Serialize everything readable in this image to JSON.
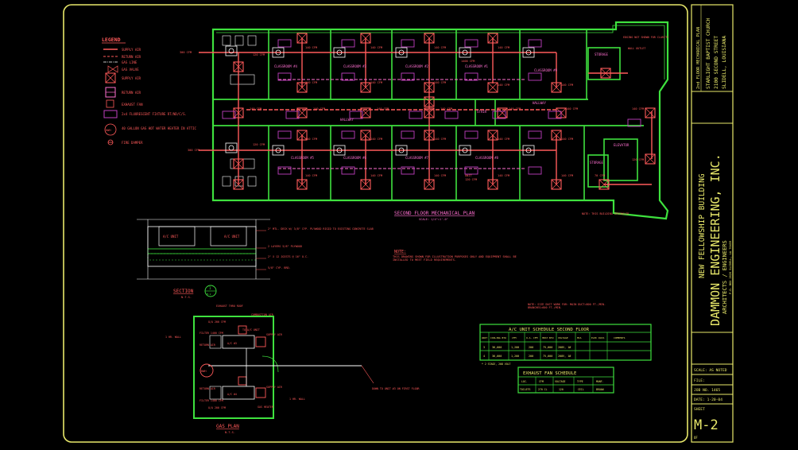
{
  "colors": {
    "background": "#000000",
    "border": "#e8e86a",
    "wall": "#3ee13e",
    "supply": "#ff5a5a",
    "return": "#ff6fd0",
    "equip": "#c040c0",
    "text": "#e8e86a",
    "white": "#ffffff",
    "cyan": "#4ad8ff"
  },
  "legend": {
    "title": "LEGEND",
    "items": [
      "SUPPLY AIR",
      "RETURN AIR",
      "GAS LINE",
      "GAS VALVE",
      "SUPPLY AIR",
      "RETURN AIR",
      "EXHAUST FAN",
      "2x4 FLUORESCENT FIXTURE RT/ND/C/S.",
      "40 GALLON GAS HOT WATER HEATER IN ATTIC",
      "FIRE DAMPER"
    ]
  },
  "plan": {
    "title": "SECOND FLOOR MECHANICAL PLAN",
    "scale": "SCALE: 1/4\"=1'-0\"",
    "rooms": [
      "CLASSROOM #4",
      "CLASSROOM #3",
      "CLASSROOM #2",
      "CLASSROOM #1",
      "CLASSROOM #5",
      "CLASSROOM #6",
      "CLASSROOM #7",
      "CLASSROOM #8",
      "CLASSROOM #9",
      "HALLWAY",
      "HALLWAY",
      "STAIR",
      "STORAGE",
      "STORAGE",
      "ELEVATOR"
    ],
    "cfm": [
      "140 CFM",
      "120 CFM",
      "1400 CFM",
      "80 CFM",
      "300 CFM",
      "300 CFM",
      "70 CFM"
    ],
    "notes": [
      "EDGING NOT SHOWN FOR CLARITY",
      "WALL OUTLET",
      "NOTE: THIS BUILDING SPRINKLED",
      "UNIT",
      "OUTLET"
    ]
  },
  "section": {
    "title": "SECTION",
    "subtitle": "N.T.S.",
    "bubble_num": "1",
    "bubble_sheet": "M-2",
    "unit_labels": [
      "A/C UNIT",
      "A/C UNIT"
    ],
    "callouts": [
      "2\" MTL. DECK W/ 3/8\" CYP. PLYWOOD RIGID TO EXISTING CONCRETE SLAB",
      "2 LAYERS 5/8\" PLYWOOD",
      "2\" X 12 JOISTS @ 16\" O.C.",
      "5/8\" CYP. BRD."
    ]
  },
  "note": {
    "title": "NOTE:",
    "text": "THIS DRAWING SHOWN FOR ILLUSTRATION PURPOSES ONLY AND EQUIPMENT SHALL BE INSTALLED TO MEET FIELD REQUIREMENTS."
  },
  "gas_plan": {
    "title": "GAS PLAN",
    "subtitle": "N.T.S.",
    "labels": [
      "EXHAUST THRU ROOF",
      "COMBUSTION AIR",
      "O/A 200 CFM",
      "FILTER 1400 CFM",
      "RETURN AIR",
      "TO A/C UNIT",
      "SUPPLY AIR",
      "A/C #3",
      "A/C #4",
      "1 HR. WALL",
      "1 HR. WALL",
      "DOWN TO UNIT #3 ON FIRST FLOOR",
      "GAS HEATER",
      "HWH"
    ]
  },
  "duct_note": "NOTE: SIZE DUCT WORK FOR: MAIN DUCT=800 FT./MIN. BRANCHES=600 FT./MIN.",
  "ac_schedule": {
    "title": "A/C UNIT SCHEDULE SECOND FLOOR",
    "headers": [
      "UNIT",
      "COOLING BTU",
      "CFM",
      "O.A. CFM",
      "HEAT BTU",
      "VOLTAGE",
      "MCA",
      "ELEC DATA",
      "COMMENTS"
    ],
    "rows": [
      [
        "3",
        "36,000",
        "1,200",
        "200",
        "75,000",
        "208V, 1Ø",
        "",
        ""
      ],
      [
        "4",
        "36,000",
        "1,200",
        "200",
        "75,000",
        "208V, 1Ø",
        "",
        ""
      ]
    ],
    "footnote": "* 2 STAGE, 208 VOLT"
  },
  "exhaust_schedule": {
    "title": "EXHAUST FAN SCHEDULE",
    "headers": [
      "LOC.",
      "CFM",
      "VOLTAGE",
      "TYPE",
      "MANF."
    ],
    "rows": [
      [
        "TOILETS",
        "270 CL",
        "120",
        "CEIL",
        "BROAN"
      ]
    ]
  },
  "title_block": {
    "sheet_desc": "2nd FLOOR MECHANICAL PLAN",
    "client": "STARLIGHT BAPTIST CHURCH",
    "address": "2100 SECOND STREET",
    "city": "SLIDELL, LOUISIANA",
    "project": "NEW FELLOWSHIP BUILDING",
    "firm": "DAMMON ENGINEERING, INC.",
    "firm2": "ARCHITECTS / ENGINEERS",
    "firm_addr": "P.O. BOX 2020 SLIDELL, LA 70459",
    "scale": "SCALE: AS NOTED",
    "file": "FILE:",
    "job": "JOB NO. 1465",
    "date": "DATE: 1-20-04",
    "sheet_label": "SHEET",
    "sheet": "M-2",
    "of": "OF"
  }
}
